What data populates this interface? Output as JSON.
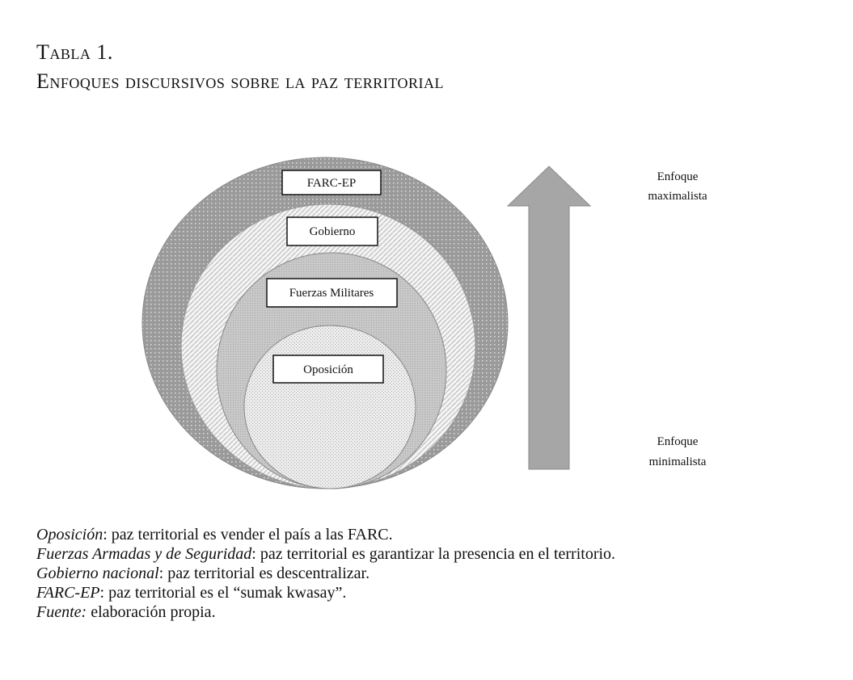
{
  "title": {
    "label": "Tabla 1.",
    "subtitle": "Enfoques discursivos sobre la paz territorial"
  },
  "diagram": {
    "circles": [
      {
        "label": "FARC-EP",
        "pattern": "dots-dark"
      },
      {
        "label": "Gobierno",
        "pattern": "diagonal-hatch"
      },
      {
        "label": "Fuerzas Militares",
        "pattern": "fine-grey"
      },
      {
        "label": "Oposición",
        "pattern": "fine-dots"
      }
    ],
    "arrow": {
      "top_label_1": "Enfoque",
      "top_label_2": "maximalista",
      "bottom_label_1": "Enfoque",
      "bottom_label_2": "minimalista",
      "color": "#a6a6a6"
    }
  },
  "notes": [
    {
      "term": "Oposición",
      "text": ": paz territorial es vender el país a las FARC."
    },
    {
      "term": "Fuerzas Armadas y de Seguridad",
      "text": ": paz territorial es garantizar la presencia en el territorio."
    },
    {
      "term": "Gobierno nacional",
      "text": ": paz territorial es descentralizar."
    },
    {
      "term": "FARC-EP",
      "text": ": paz territorial es el “sumak kwasay”."
    },
    {
      "term": "Fuente:",
      "text": " elaboración propia."
    }
  ]
}
